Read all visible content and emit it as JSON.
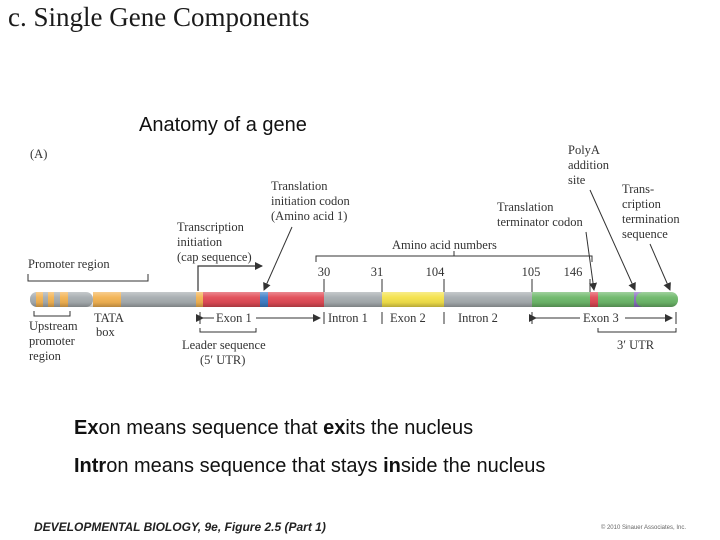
{
  "slide": {
    "title": "c. Single Gene Components"
  },
  "figure": {
    "title": "Anatomy of a gene",
    "panel": "(A)",
    "labels": {
      "promoter_region": "Promoter region",
      "upstream": [
        "Upstream",
        "promoter",
        "region"
      ],
      "tata": [
        "TATA",
        "box"
      ],
      "transcription_initiation": [
        "Transcription",
        "initiation",
        "(cap sequence)"
      ],
      "translation_initiation": [
        "Translation",
        "initiation codon",
        "(Amino acid 1)"
      ],
      "amino_acid_numbers": "Amino acid numbers",
      "translation_terminator": [
        "Translation",
        "terminator codon"
      ],
      "polya": [
        "PolyA",
        "addition",
        "site"
      ],
      "transcription_termination": [
        "Trans-",
        "cription",
        "termination",
        "sequence"
      ],
      "leader_sequence": [
        "Leader sequence",
        "(5′ UTR)"
      ],
      "exon1": "Exon 1",
      "intron1": "Intron 1",
      "exon2": "Exon 2",
      "intron2": "Intron 2",
      "exon3": "Exon 3",
      "utr3": "3′ UTR"
    },
    "amino_acids": [
      "30",
      "31",
      "104",
      "105",
      "146"
    ]
  },
  "annotations": [
    {
      "bold": "Ex",
      "t1": "on means sequence that ",
      "bold2": "ex",
      "t2": "its the nucleus"
    },
    {
      "bold": "Intr",
      "t1": "on means sequence that stays ",
      "bold2": "in",
      "t2": "side the nucleus"
    }
  ],
  "caption": "DEVELOPMENTAL BIOLOGY, 9e, Figure 2.5 (Part 1)",
  "copyright": "© 2010 Sinauer Associates, Inc.",
  "colors": {
    "gray": "#a7adb0",
    "orange": "#f3b352",
    "red": "#e14b56",
    "blue": "#3f7fc8",
    "yellow": "#f4e24a",
    "green": "#6db86a",
    "purple": "#8a6fc1",
    "arrow": "#222222"
  }
}
